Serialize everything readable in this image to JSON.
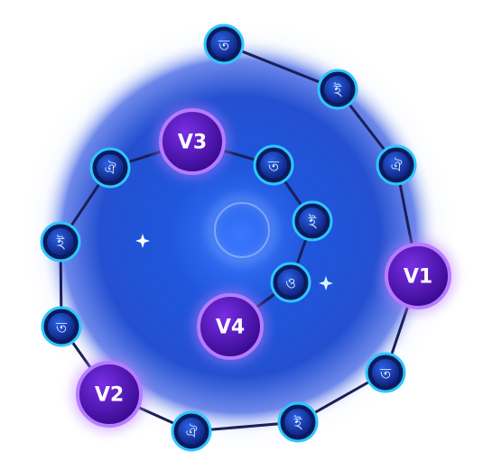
{
  "colors": {
    "orb_core": "#1c4fd8",
    "orb_mid": "#2a5fe6",
    "orb_edge": "#6f8cf0",
    "path_line": "#1b1f5a",
    "minor_node_fill": "#102a8a",
    "minor_node_ring": "#2ec6ff",
    "major_node_fill": "#4b0fa8",
    "major_node_ring": "#b77bff"
  },
  "track": {
    "nodes": [
      {
        "id": "m1",
        "kind": "minor",
        "glyph": "ত",
        "icon": "rune-icon"
      },
      {
        "id": "m2",
        "kind": "minor",
        "glyph": "ই",
        "icon": "rune-icon"
      },
      {
        "id": "m3",
        "kind": "minor",
        "glyph": "ঐ",
        "icon": "rune-icon"
      },
      {
        "id": "v1",
        "kind": "major",
        "label": "V1"
      },
      {
        "id": "m4",
        "kind": "minor",
        "glyph": "ত",
        "icon": "rune-icon"
      },
      {
        "id": "m5",
        "kind": "minor",
        "glyph": "ই",
        "icon": "rune-icon"
      },
      {
        "id": "m6",
        "kind": "minor",
        "glyph": "ঐ",
        "icon": "rune-icon"
      },
      {
        "id": "v2",
        "kind": "major",
        "label": "V2"
      },
      {
        "id": "m7",
        "kind": "minor",
        "glyph": "ত",
        "icon": "rune-icon"
      },
      {
        "id": "m8",
        "kind": "minor",
        "glyph": "ই",
        "icon": "rune-icon"
      },
      {
        "id": "m9",
        "kind": "minor",
        "glyph": "ঐ",
        "icon": "rune-icon"
      },
      {
        "id": "v3",
        "kind": "major",
        "label": "V3"
      },
      {
        "id": "m10",
        "kind": "minor",
        "glyph": "ত",
        "icon": "rune-icon"
      },
      {
        "id": "m11",
        "kind": "minor",
        "glyph": "ই",
        "icon": "rune-icon"
      },
      {
        "id": "m12",
        "kind": "minor",
        "glyph": "ও",
        "icon": "rune-icon"
      },
      {
        "id": "v4",
        "kind": "major",
        "label": "V4"
      }
    ]
  }
}
